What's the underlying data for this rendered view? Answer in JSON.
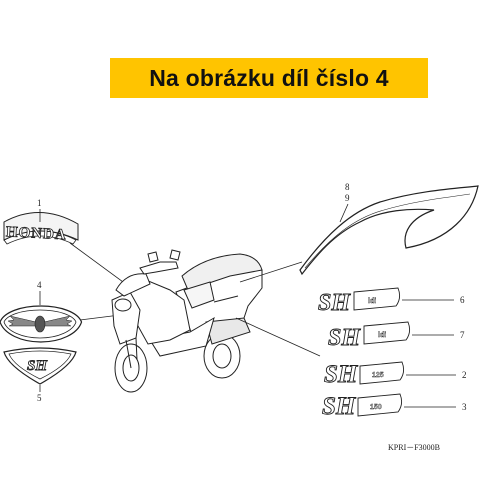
{
  "header": {
    "text": "Na obrázku díl číslo 4"
  },
  "callouts": {
    "c1": "1",
    "c2": "2",
    "c3": "3",
    "c4": "4",
    "c5": "5",
    "c6": "6",
    "c7": "7",
    "c8": "8",
    "c9": "9"
  },
  "emblems": {
    "honda": "HONDA",
    "sh": "SH",
    "suffix_6": "ldi",
    "suffix_7": "ldi",
    "suffix_2": "125",
    "suffix_3": "150"
  },
  "diagram_code": "KPRI－F3000B",
  "colors": {
    "banner": "#ffc400",
    "line": "#222222",
    "background": "#ffffff"
  }
}
